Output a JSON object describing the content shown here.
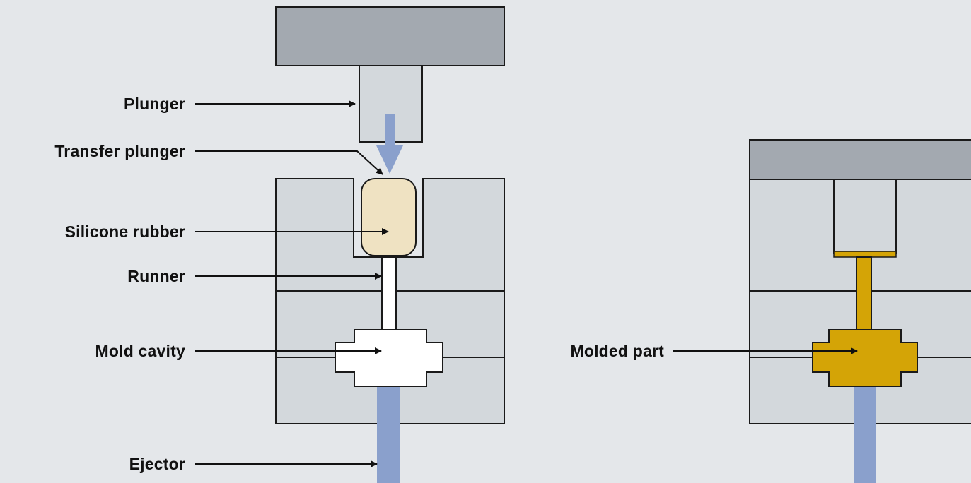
{
  "labels": {
    "plunger": "Plunger",
    "transfer_plunger": "Transfer plunger",
    "silicone_rubber": "Silicone rubber",
    "runner": "Runner",
    "mold_cavity": "Mold cavity",
    "ejector": "Ejector",
    "molded_part": "Molded part"
  },
  "colors": {
    "background": "#e4e7ea",
    "press_plate": "#a3a9b0",
    "mold_body": "#d3d8dc",
    "silicone_rubber": "#efe2c2",
    "molded_part": "#d4a406",
    "flow_arrow": "#8aa0cc",
    "ejector": "#8aa0cc",
    "outline": "#1a1a1a",
    "cavity": "#ffffff"
  }
}
